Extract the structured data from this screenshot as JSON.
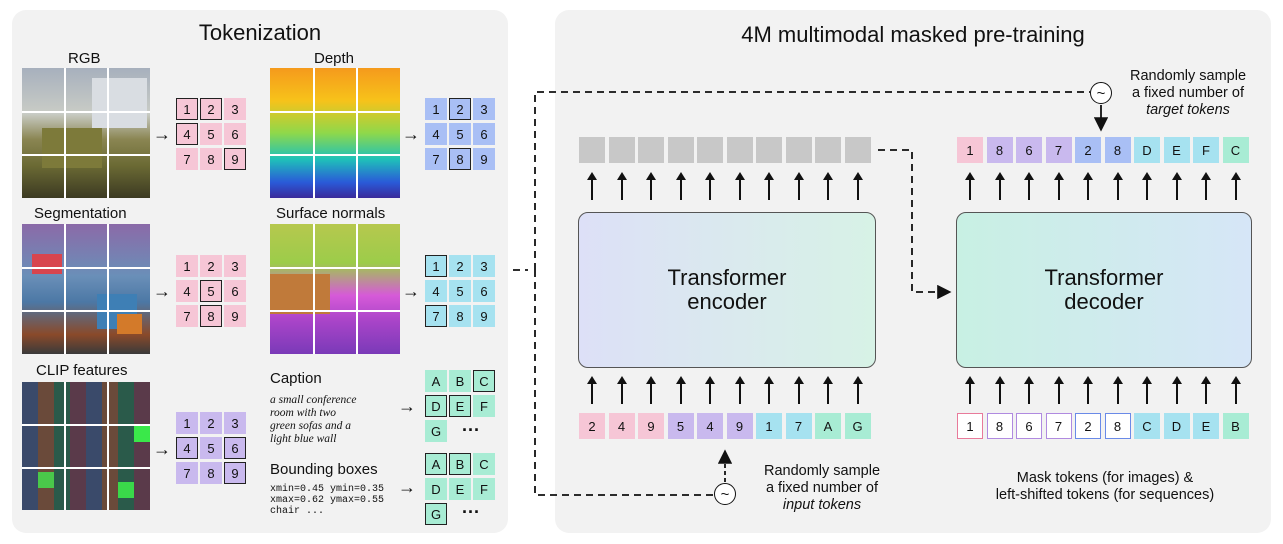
{
  "left": {
    "title": "Tokenization",
    "rgb": "RGB",
    "depth": "Depth",
    "segmentation": "Segmentation",
    "normals": "Surface normals",
    "clip": "CLIP features",
    "caption": {
      "label": "Caption",
      "text1": "a small conference",
      "text2": "room with two",
      "text3": "green sofas and a",
      "text4": "light blue wall"
    },
    "bbox": {
      "label": "Bounding boxes",
      "line1": "xmin=0.45 ymin=0.35",
      "line2": "xmax=0.62 ymax=0.55",
      "line3": "chair ..."
    },
    "digits": [
      "1",
      "2",
      "3",
      "4",
      "5",
      "6",
      "7",
      "8",
      "9"
    ],
    "cap_tokens": [
      "A",
      "B",
      "C",
      "D",
      "E",
      "F",
      "G"
    ],
    "ellipsis": "..."
  },
  "right": {
    "title": "4M multimodal masked pre-training",
    "encoder": {
      "line1": "Transformer",
      "line2": "encoder"
    },
    "decoder": {
      "line1": "Transformer",
      "line2": "decoder"
    },
    "input_tokens": [
      "2",
      "4",
      "9",
      "5",
      "4",
      "9",
      "1",
      "7",
      "A",
      "G"
    ],
    "target_tokens": [
      "1",
      "8",
      "6",
      "7",
      "2",
      "8",
      "D",
      "E",
      "F",
      "C"
    ],
    "decoder_inputs": [
      "1",
      "8",
      "6",
      "7",
      "2",
      "8",
      "C",
      "D",
      "E",
      "B"
    ],
    "sample_input": {
      "line1": "Randomly sample",
      "line2": "a fixed number of",
      "line3": "input tokens"
    },
    "sample_target": {
      "line1": "Randomly sample",
      "line2": "a fixed number of",
      "line3": "target tokens"
    },
    "mask_note": {
      "line1": "Mask tokens (for images) &",
      "line2": "left-shifted tokens (for sequences)"
    },
    "tilde": "~"
  },
  "colors": {
    "pink": "#f6c6d6",
    "blue": "#a9bff5",
    "cyan": "#a6e2f0",
    "purple": "#c9b9ee",
    "green": "#a8ecd4",
    "gray": "#c8c8c8"
  }
}
